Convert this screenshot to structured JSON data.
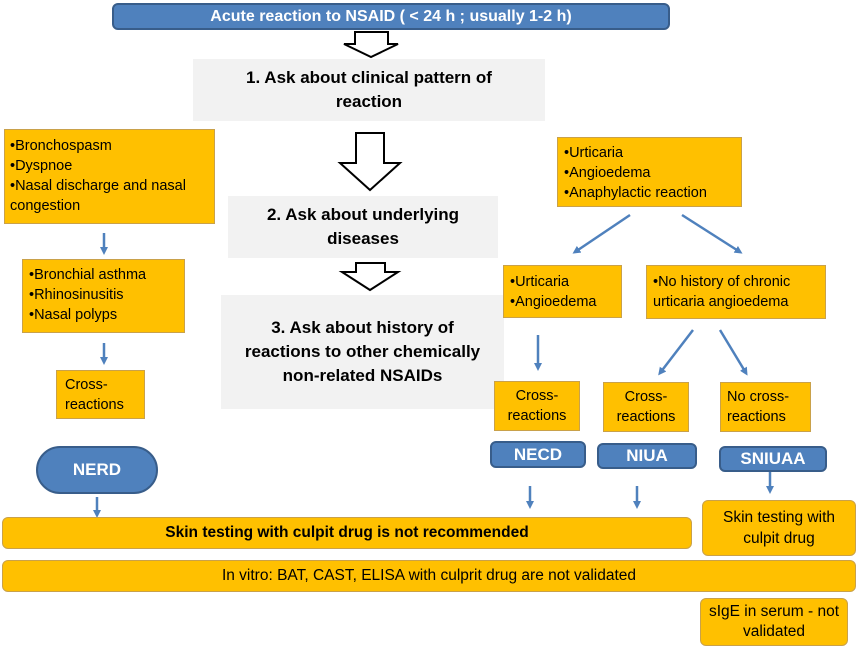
{
  "title": "Acute reaction to NSAID  ( < 24 h ; usually 1-2 h)",
  "steps": [
    "1. Ask about clinical pattern of reaction",
    "2. Ask about underlying diseases",
    "3. Ask about  history of reactions  to other chemically  non-related NSAIDs"
  ],
  "left": {
    "symptoms": [
      "Bronchospasm",
      "Dyspnoe",
      "Nasal discharge and nasal congestion"
    ],
    "diseases": [
      "Bronchial asthma",
      "Rhinosinusitis",
      "Nasal polyps"
    ],
    "cross": "Cross-reactions",
    "label": "NERD"
  },
  "right": {
    "symptoms": [
      "Urticaria",
      "Angioedema",
      "Anaphylactic reaction"
    ],
    "branch_a": [
      "Urticaria",
      "Angioedema"
    ],
    "branch_b": [
      "No history of chronic urticaria angioedema"
    ],
    "cross_a": "Cross-reactions",
    "cross_b": "Cross-reactions",
    "no_cross": "No cross-reactions",
    "label_a": "NECD",
    "label_b": "NIUA",
    "label_c": "SNIUAA"
  },
  "bottom": {
    "skin_not_recommended": "Skin testing with culpit drug is not recommended",
    "skin_testing": "Skin testing with culpit drug",
    "in_vitro": "In vitro:  BAT, CAST, ELISA with culprit drug are not validated",
    "sige": "sIgE in serum - not validated"
  }
}
